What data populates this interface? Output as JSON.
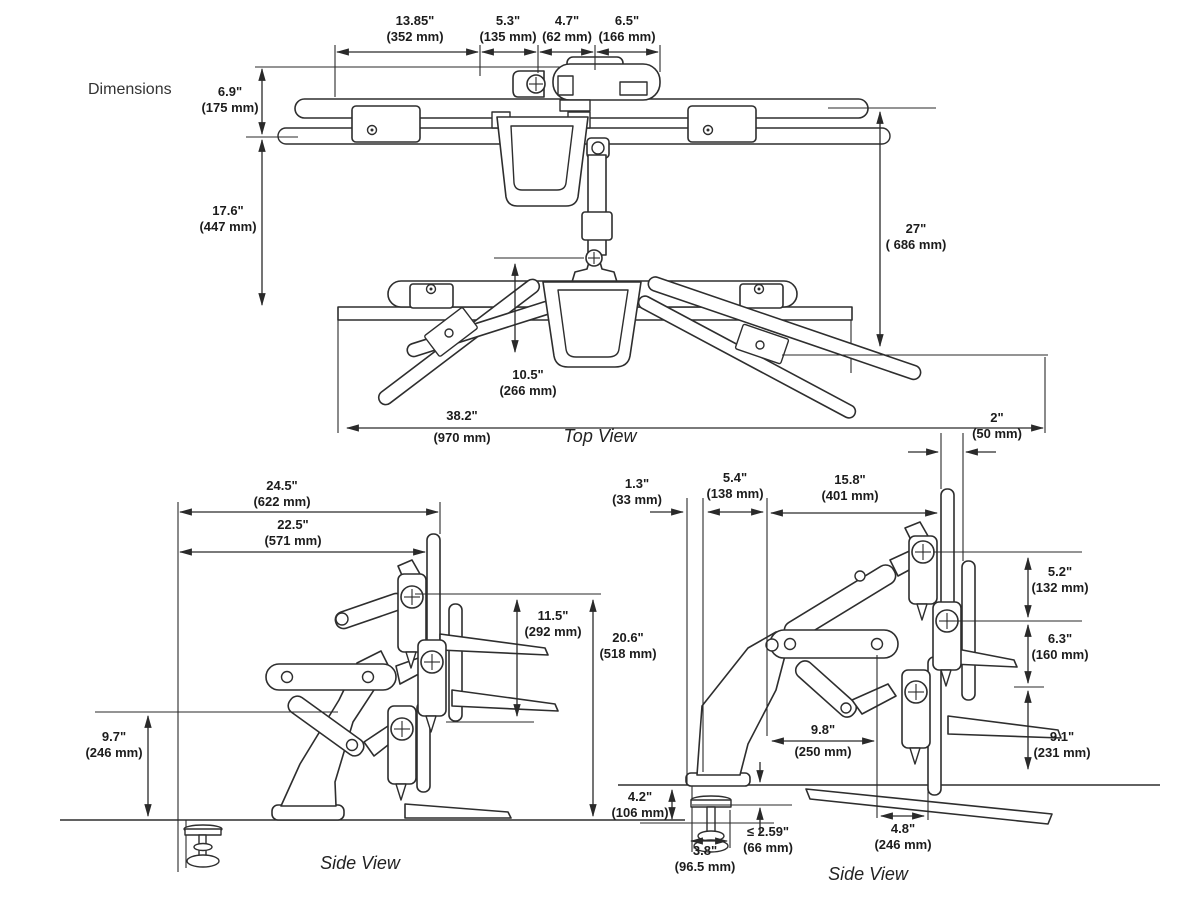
{
  "page": {
    "title": "Dimensions"
  },
  "top_view": {
    "caption": "Top View",
    "dims": {
      "d1385": {
        "in": "13.85\"",
        "mm": "(352 mm)"
      },
      "d53": {
        "in": "5.3\"",
        "mm": "(135 mm)"
      },
      "d47": {
        "in": "4.7\"",
        "mm": "(62 mm)"
      },
      "d65": {
        "in": "6.5\"",
        "mm": "(166 mm)"
      },
      "d69": {
        "in": "6.9\"",
        "mm": "(175 mm)"
      },
      "d176": {
        "in": "17.6\"",
        "mm": "(447 mm)"
      },
      "d27": {
        "in": "27\"",
        "mm": "( 686 mm)"
      },
      "d105": {
        "in": "10.5\"",
        "mm": "(266 mm)"
      },
      "d382": {
        "in": "38.2\"",
        "mm": "(970 mm)"
      }
    }
  },
  "side_view_left": {
    "caption": "Side View",
    "dims": {
      "d245": {
        "in": "24.5\"",
        "mm": "(622 mm)"
      },
      "d225": {
        "in": "22.5\"",
        "mm": "(571 mm)"
      },
      "d115": {
        "in": "11.5\"",
        "mm": "(292 mm)"
      },
      "d206": {
        "in": "20.6\"",
        "mm": "(518 mm)"
      },
      "d97": {
        "in": "9.7\"",
        "mm": "(246 mm)"
      }
    }
  },
  "side_view_right": {
    "caption": "Side View",
    "dims": {
      "d2": {
        "in": "2\"",
        "mm": "(50 mm)"
      },
      "d13": {
        "in": "1.3\"",
        "mm": "(33 mm)"
      },
      "d54": {
        "in": "5.4\"",
        "mm": "(138 mm)"
      },
      "d158": {
        "in": "15.8\"",
        "mm": "(401 mm)"
      },
      "d52": {
        "in": "5.2\"",
        "mm": "(132 mm)"
      },
      "d63": {
        "in": "6.3\"",
        "mm": "(160 mm)"
      },
      "d91": {
        "in": "9.1\"",
        "mm": "(231 mm)"
      },
      "d98": {
        "in": "9.8\"",
        "mm": "(250 mm)"
      },
      "d42": {
        "in": "4.2\"",
        "mm": "(106 mm)"
      },
      "d259": {
        "in": "≤ 2.59\"",
        "mm": "(66 mm)"
      },
      "d38": {
        "in": "3.8\"",
        "mm": "(96.5 mm)"
      },
      "d48": {
        "in": "4.8\"",
        "mm": "(246 mm)"
      }
    }
  }
}
